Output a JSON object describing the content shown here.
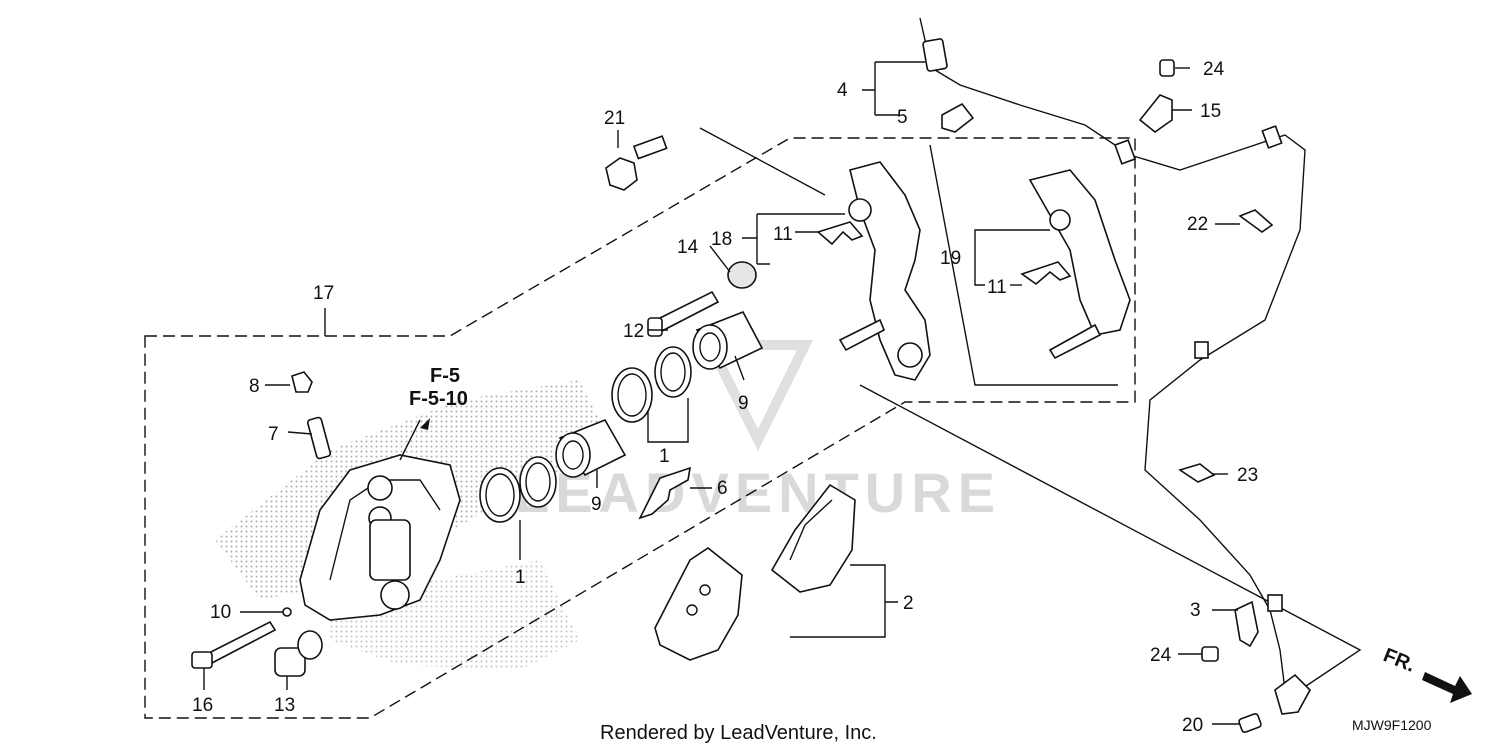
{
  "labels": {
    "p1a": "1",
    "p1b": "1",
    "p2": "2",
    "p3": "3",
    "p4": "4",
    "p5": "5",
    "p6": "6",
    "p7": "7",
    "p8": "8",
    "p9a": "9",
    "p9b": "9",
    "p10": "10",
    "p11a": "11",
    "p11b": "11",
    "p12": "12",
    "p13": "13",
    "p14": "14",
    "p15": "15",
    "p16": "16",
    "p17": "17",
    "p18": "18",
    "p19": "19",
    "p20": "20",
    "p21": "21",
    "p22": "22",
    "p23": "23",
    "p24a": "24",
    "p24b": "24"
  },
  "refs": {
    "line1": "F-5",
    "line2": "F-5-10"
  },
  "watermark": "LEADVENTURE",
  "footer": "Rendered by LeadVenture, Inc.",
  "diagram_code": "MJW9F1200",
  "direction": "FR."
}
